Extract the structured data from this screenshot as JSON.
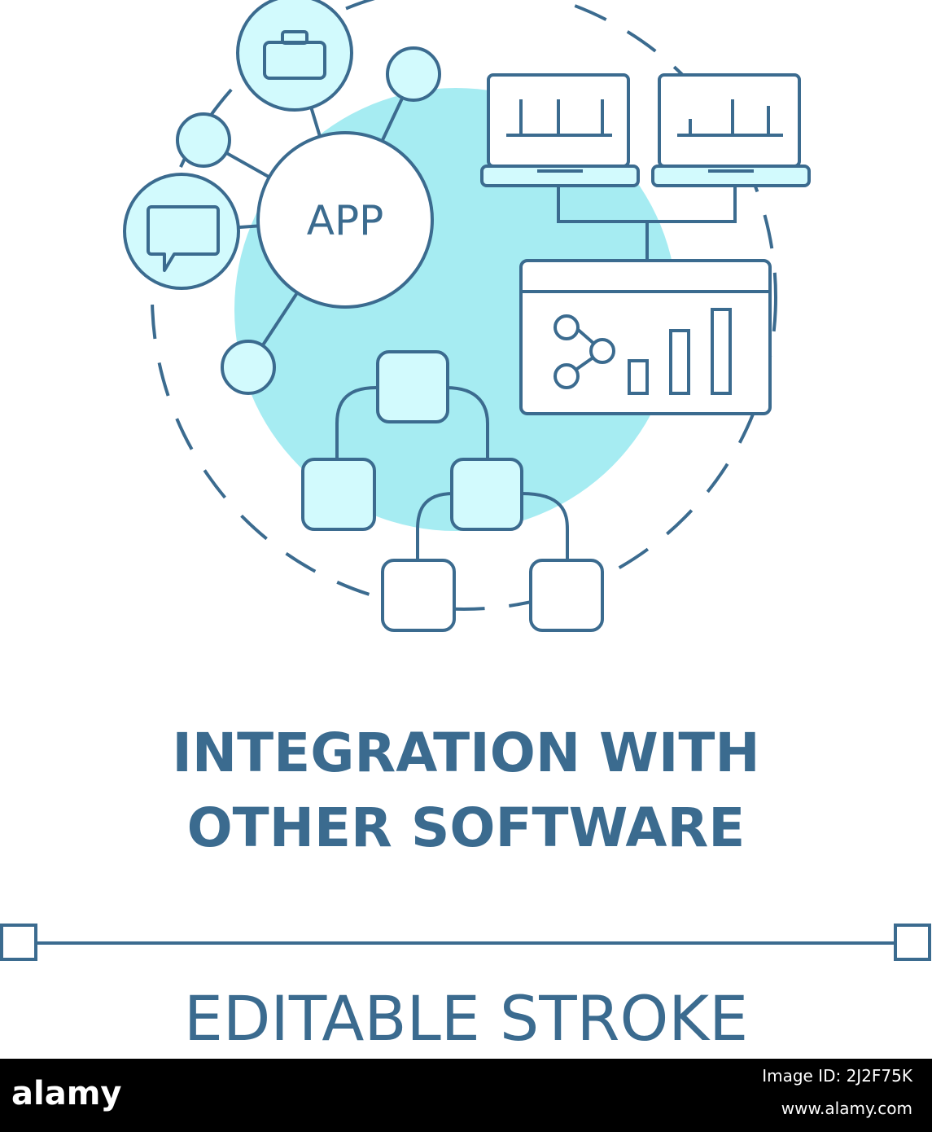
{
  "icon": {
    "app_label": "APP",
    "colors": {
      "stroke": "#3b6b8f",
      "fill_light": "#d2fafd",
      "fill_blob": "#a6ecf2",
      "background": "#ffffff"
    }
  },
  "title": {
    "line1": "INTEGRATION WITH",
    "line2": "OTHER SOFTWARE"
  },
  "editable_label": "EDITABLE STROKE",
  "footer": {
    "brand": "alamy",
    "image_id": "Image ID: 2J2F75K",
    "url": "www.alamy.com",
    "bar_color": "#000000"
  }
}
